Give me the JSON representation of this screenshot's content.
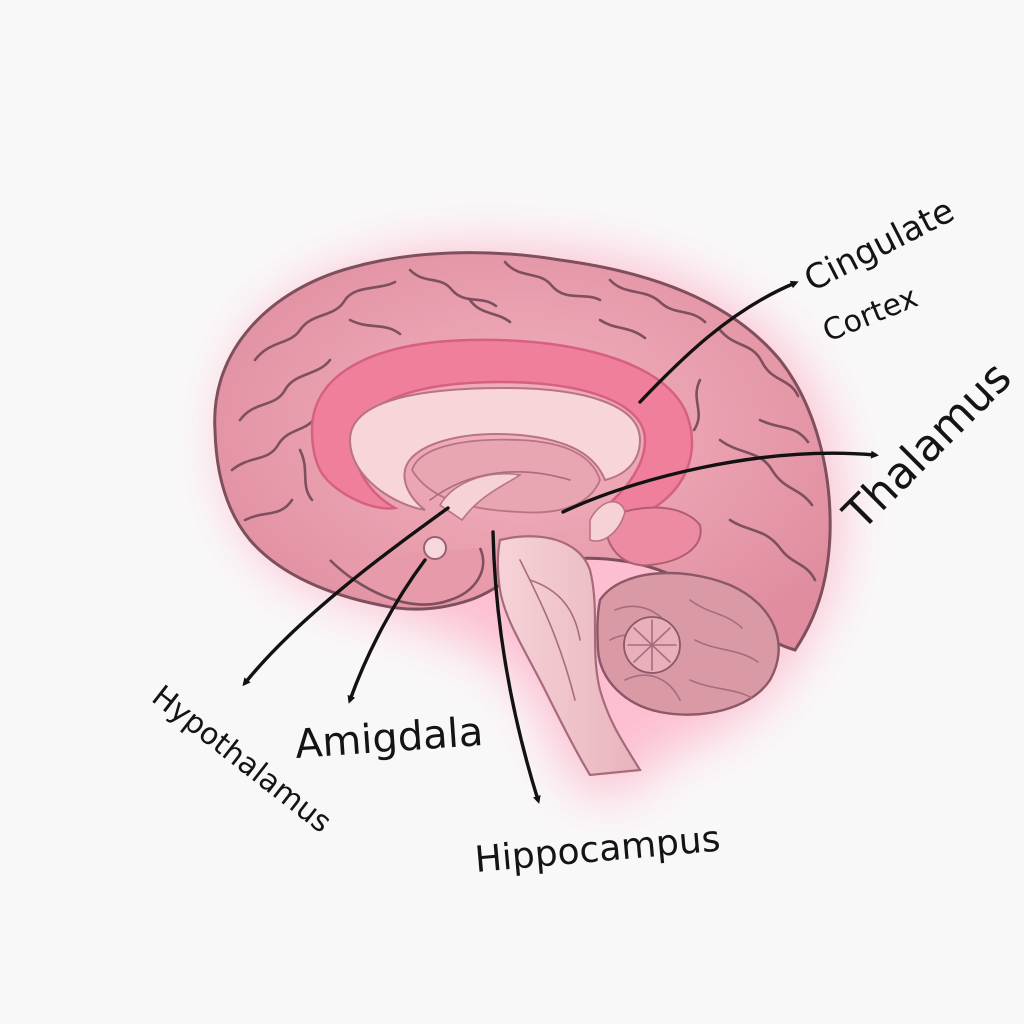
{
  "colors": {
    "background": "#f9f8f8",
    "glow": "#ff7fa0",
    "cortex": "#e89aa9",
    "cortex_outline": "#7e4f5c",
    "cingulate": "#f07f9c",
    "corpus_callosum": "#f6d2d6",
    "brainstem": "#f2c6cb",
    "cerebellum": "#d99aa5",
    "ink": "#141414"
  },
  "labels": {
    "cingulate_line1": "Cingulate",
    "cingulate_line2": "Cortex",
    "thalamus": "Thalamus",
    "hypothalamus": "Hypothalamus",
    "amygdala": "Amigdala",
    "hippocampus": "Hippocampus"
  },
  "icons": {
    "arrowhead": "arrow-head-icon"
  }
}
